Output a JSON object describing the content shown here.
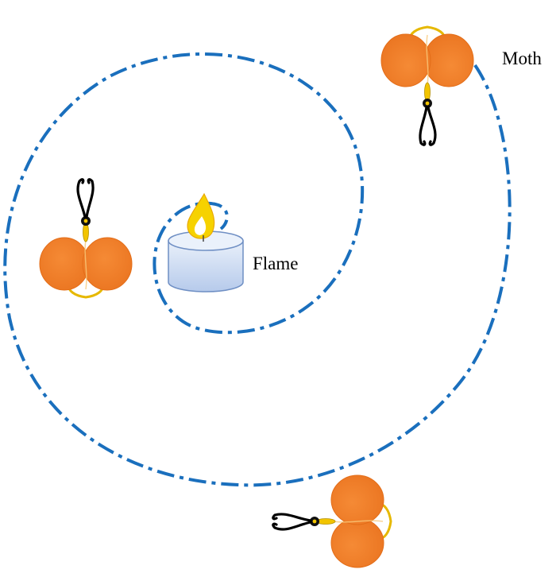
{
  "labels": {
    "flame": "Flame",
    "moth": "Moth"
  },
  "colors": {
    "spiral": "#1a6fbd",
    "wing": "#f07e26",
    "wing_edge": "#e06d1a",
    "body": "#f2c400",
    "candle_top": "#e7eef9",
    "candle_bottom": "#b8ccec",
    "candle_edge": "#6f8fc4",
    "flame_outer": "#f6d200",
    "flame_inner": "#ffffff"
  },
  "icons": [
    "moth-icon",
    "candle-icon",
    "flame-icon",
    "spiral-path"
  ]
}
